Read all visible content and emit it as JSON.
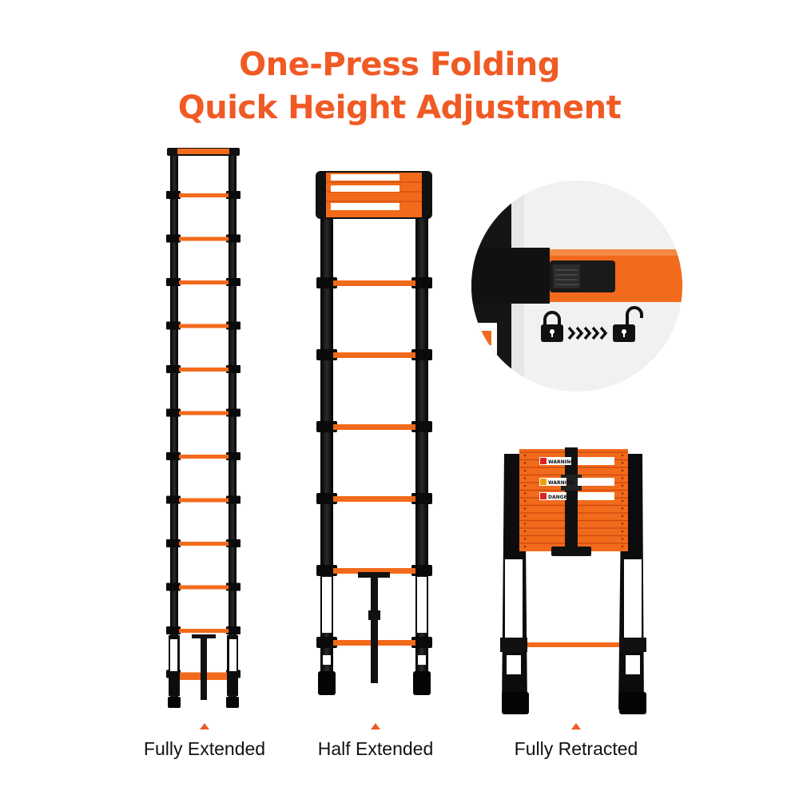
{
  "headline": {
    "line1": "One-Press Folding",
    "line2": "Quick Height Adjustment"
  },
  "labels": {
    "warning": "WARNING",
    "danger": "DANGER"
  },
  "colors": {
    "accent": "#f05a24",
    "ladder_orange": "#f26a1b",
    "ladder_black": "#111111",
    "text": "#111111"
  },
  "icons": {
    "locked": "lock-closed-icon",
    "unlocked": "lock-open-icon",
    "transition": "chevrons-right-icon"
  },
  "states": [
    {
      "label": "Fully Extended"
    },
    {
      "label": "Half Extended"
    },
    {
      "label": "Fully Retracted"
    }
  ]
}
